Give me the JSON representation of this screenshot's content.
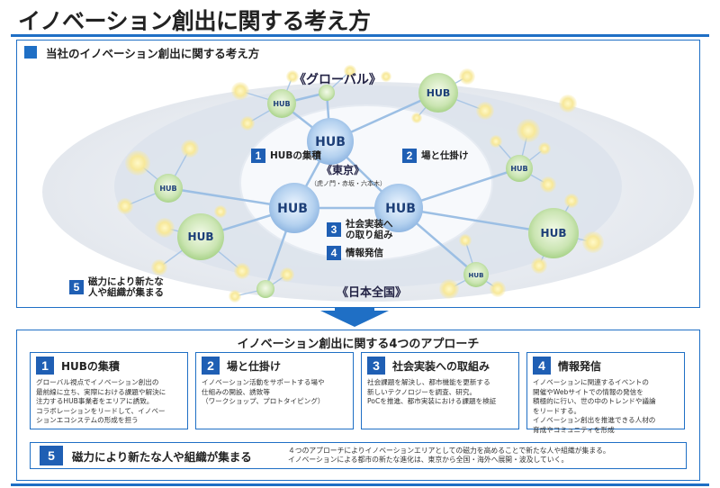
{
  "page": {
    "title": "イノベーション創出に関する考え方"
  },
  "top_section": {
    "heading": "当社のイノベーション創出に関する考え方",
    "hub_label": "HUB",
    "regions": {
      "global": "《グローバル》",
      "tokyo": "《東京》",
      "tokyo_sub": "（虎ノ門・赤坂・六本木）",
      "japan": "《日本全国》"
    },
    "labels": [
      {
        "num": "1",
        "text": "HUBの集積"
      },
      {
        "num": "2",
        "text": "場と仕掛け"
      },
      {
        "num": "3",
        "text": "社会実装へ\nの取り組み"
      },
      {
        "num": "4",
        "text": "情報発信"
      },
      {
        "num": "5",
        "text": "磁力により新たな\n人や組織が集まる"
      }
    ]
  },
  "bottom_section": {
    "title": "イノベーション創出に関する4つのアプローチ",
    "cards": [
      {
        "num": "1",
        "title": "HUBの集積",
        "desc": "グローバル視点でイノベーション創出の\n最前線に立ち、実際における課題や解決に\n注力するHUB事業者をエリアに誘致。\nコラボレーションをリードして、イノベー\nションエコシステムの形成を担う"
      },
      {
        "num": "2",
        "title": "場と仕掛け",
        "desc": "イノベーション活動をサポートする場や\n仕組みの開設、誘致等\n（ワークショップ、プロトタイピング）"
      },
      {
        "num": "3",
        "title": "社会実装への取組み",
        "desc": "社会課題を解決し、都市機能を更新する\n新しいテクノロジーを調査、研究。\nPoCを推進、都市実装における課題を検証"
      },
      {
        "num": "4",
        "title": "情報発信",
        "desc": "イノベーションに関連するイベントの\n開催やWebサイトでの情報の発信を\n積極的に行い、世の中のトレンドや議論\nをリードする。\nイノベーション創出を推進できる人材の\n育成やコミュニティを形成"
      }
    ],
    "card5": {
      "num": "5",
      "title": "磁力により新たな人や組織が集まる",
      "desc": "４つのアプローチによりイノベーションエリアとしての磁力を高めることで新たな人や組織が集まる。\nイノベーションによる都市の新たな進化は、東京から全国・海外へ展開・波及していく。"
    }
  },
  "colors": {
    "accent": "#1f6fc5",
    "badge": "#1f5fb4",
    "hub_blue": "#b7d3ef",
    "hub_green": "#cde6b9",
    "dot_yellow": "#f6e59a"
  }
}
